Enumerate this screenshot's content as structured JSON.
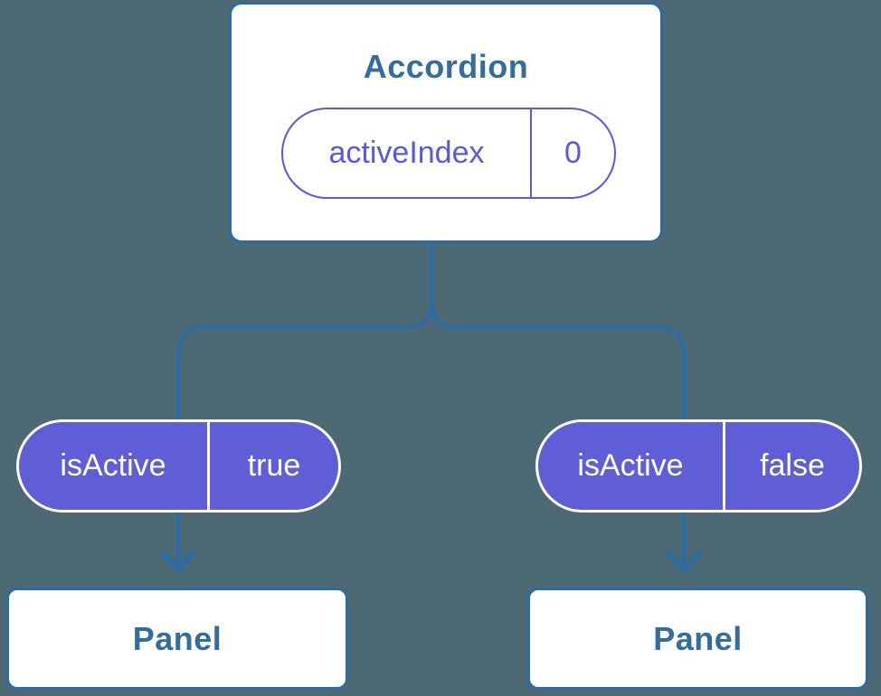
{
  "colors": {
    "background": "#4d6973",
    "blue_line": "#2b6ca5",
    "blue_text": "#336d9e",
    "purple_fill": "#5f5ed7",
    "purple_outline": "#5a58e0",
    "card_bg": "#ffffff",
    "pill_text_on_purple": "#ffffff"
  },
  "diagram": {
    "root": {
      "title": "Accordion",
      "state": {
        "name": "activeIndex",
        "value": "0"
      }
    },
    "children": [
      {
        "prop": {
          "name": "isActive",
          "value": "true"
        },
        "title": "Panel"
      },
      {
        "prop": {
          "name": "isActive",
          "value": "false"
        },
        "title": "Panel"
      }
    ]
  }
}
